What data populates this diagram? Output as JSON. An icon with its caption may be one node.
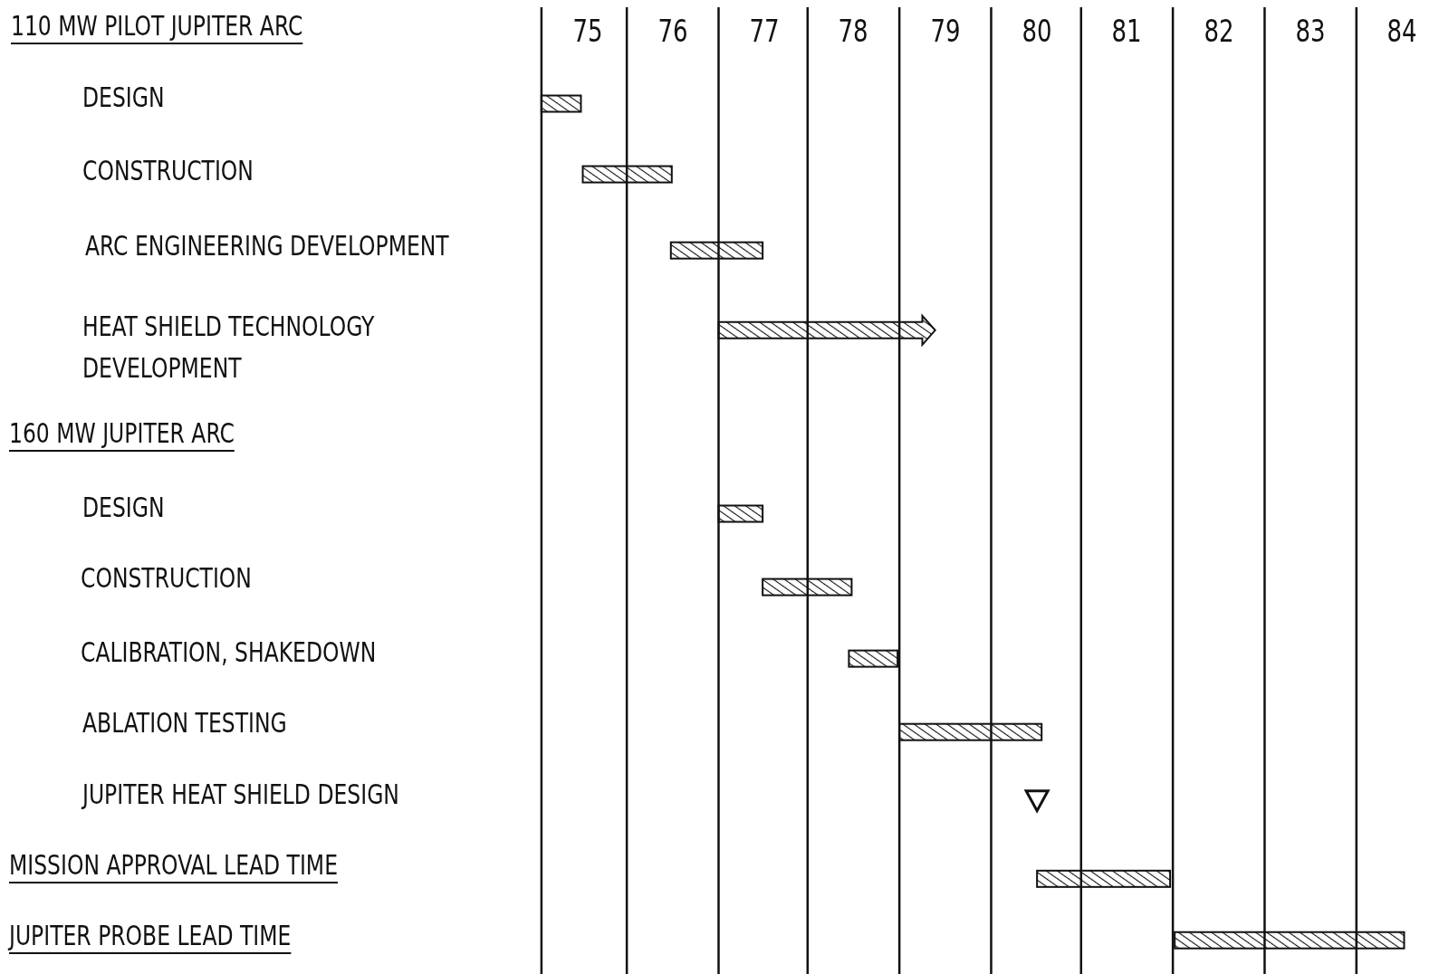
{
  "diagram": {
    "nodes": [
      {
        "text": [],
        "shape": "bar"
      },
      {
        "text": [],
        "shape": "bar"
      },
      {
        "text": [],
        "shape": "bar"
      },
      {
        "text": [],
        "shape": "arrow"
      },
      {
        "text": [],
        "shape": "bar"
      },
      {
        "text": [],
        "shape": "bar"
      },
      {
        "text": [],
        "shape": "bar"
      },
      {
        "text": [],
        "shape": "bar"
      },
      {
        "text": [],
        "shape": "triangle"
      },
      {
        "text": [],
        "shape": "bar"
      },
      {
        "text": [],
        "shape": "bar"
      }
    ],
    "labels": [
      "110 MW PILOT JUPITER ARC",
      "75",
      "76",
      "77",
      "78",
      "79",
      "80",
      "81",
      "82",
      "83",
      "84",
      "DESIGN",
      "CONSTRUCTION",
      "ARC ENGINEERING DEVELOPMENT",
      "HEAT SHIELD TECHNOLOGY DEVELOPMENT",
      "160 MW JUPITER ARC",
      "DESIGN",
      "CONSTRUCTION",
      "CALIBRATION, SHAKEDOWN",
      "ABLATION TESTING",
      "JUPITER HEAT SHIELD DESIGN",
      "MISSION APPROVAL LEAD TIME",
      "JUPITER PROBE LEAD TIME"
    ]
  }
}
